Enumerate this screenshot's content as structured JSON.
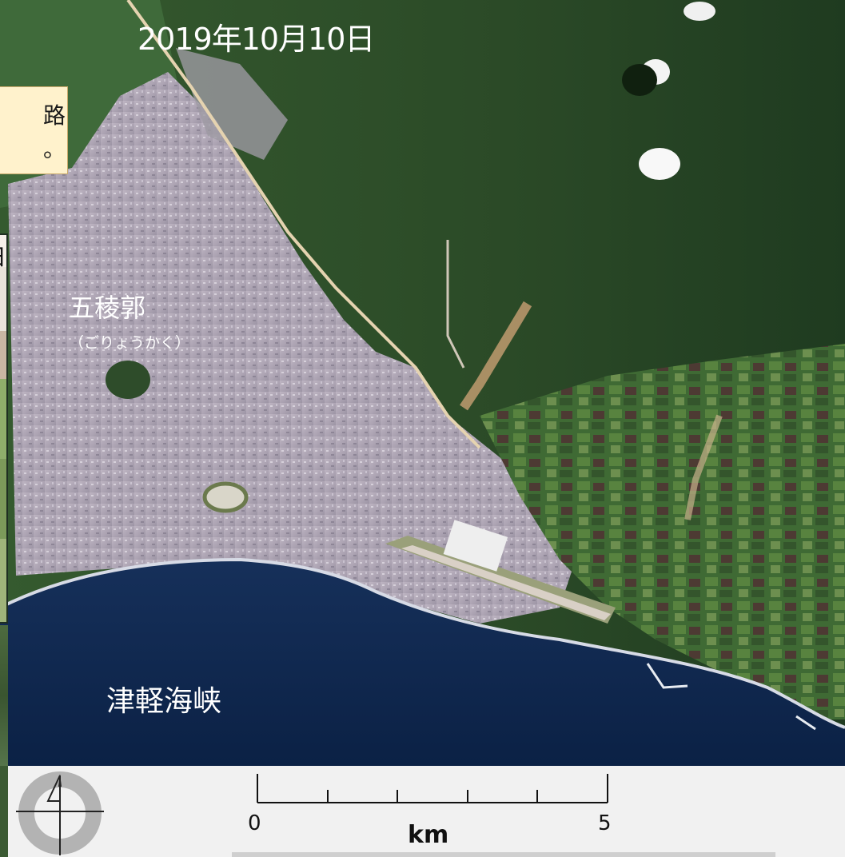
{
  "map": {
    "date": "2019年10月10日",
    "place_name": "五稜郭",
    "place_reading": "（ごりょうかく）",
    "sea_name": "津軽海峡",
    "cut_note_line1": "路",
    "cut_note_line2": "。",
    "inset_label": "日"
  },
  "scale": {
    "start": "0",
    "end": "5",
    "unit": "km"
  },
  "colors": {
    "sea": "#0d2446",
    "forest": "#2f4d2a",
    "urban": "#b9b0bd",
    "note_bg": "#fff2cc",
    "footer_bg": "#f1f1f1"
  },
  "icons": {
    "north_arrow": "north-arrow-icon"
  }
}
